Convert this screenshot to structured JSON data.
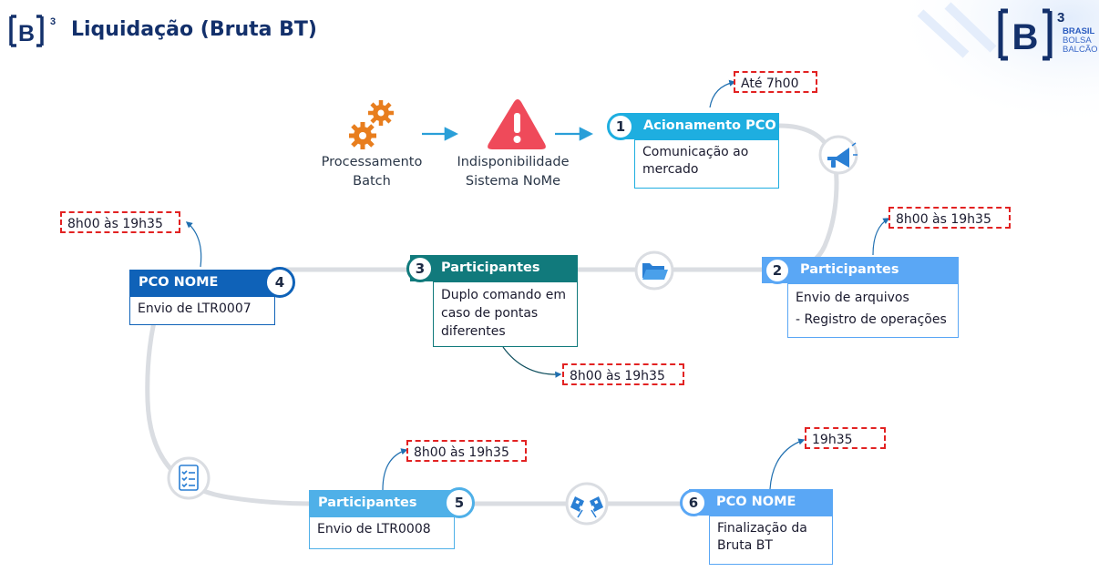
{
  "header": {
    "title": "Liquidação (Bruta BT)",
    "brand_lines": [
      "BRASIL",
      "BOLSA",
      "BALCÃO"
    ]
  },
  "intro": [
    {
      "label_lines": [
        "Processamento",
        "Batch"
      ],
      "icon": "gears-icon"
    },
    {
      "label_lines": [
        "Indisponibilidade",
        "Sistema NoMe"
      ],
      "icon": "warning-icon"
    }
  ],
  "steps": [
    {
      "number": "1",
      "title": "Acionamento PCO",
      "body_lines": [
        "Comunicação ao",
        "mercado"
      ],
      "time": "Até 7h00",
      "color": "#1eaee0"
    },
    {
      "number": "2",
      "title": "Participantes",
      "body_lines": [
        "Envio de arquivos",
        "- Registro de operações"
      ],
      "time": "8h00 às 19h35",
      "color": "#5aa7f5"
    },
    {
      "number": "3",
      "title": "Participantes",
      "body_lines": [
        "Duplo comando em",
        "caso de pontas",
        "diferentes"
      ],
      "time": "8h00 às 19h35",
      "color": "#117a7c"
    },
    {
      "number": "4",
      "title": "PCO NOME",
      "body_lines": [
        "Envio de LTR0007"
      ],
      "time": "8h00 às 19h35",
      "color": "#0f62b8"
    },
    {
      "number": "5",
      "title": "Participantes",
      "body_lines": [
        "Envio de LTR0008"
      ],
      "time": "8h00 às 19h35",
      "color": "#4fb0e8"
    },
    {
      "number": "6",
      "title": "PCO NOME",
      "body_lines": [
        "Finalização da",
        "Bruta BT"
      ],
      "time": "19h35",
      "color": "#5aa7f5"
    }
  ],
  "path_icons": [
    "megaphone-icon",
    "folder-icon",
    "checklist-icon",
    "checkered-flags-icon"
  ],
  "colors": {
    "accent_red": "#e22222",
    "path_gray": "#dadde2",
    "arrow_blue": "#2a9fd8",
    "title_navy": "#13306b"
  }
}
